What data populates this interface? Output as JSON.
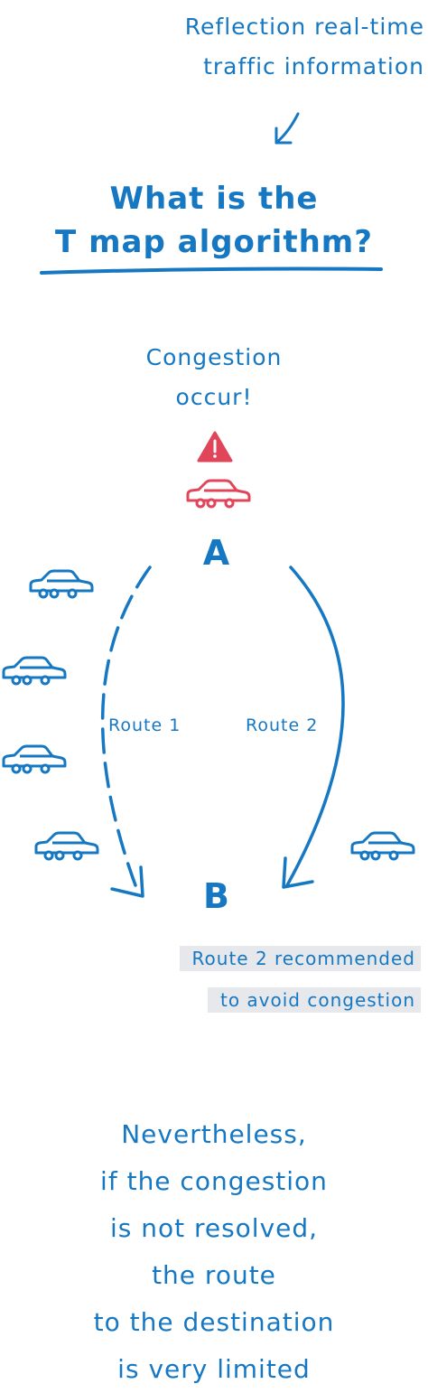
{
  "intro": {
    "line1": "Reflection real-time",
    "line2": "traffic information"
  },
  "title": {
    "line1": "What is the",
    "line2": "T map algorithm?"
  },
  "congestion": {
    "line1": "Congestion",
    "line2": "occur!"
  },
  "diagram": {
    "node_a": "A",
    "node_b": "B",
    "route1_label": "Route 1",
    "route2_label": "Route 2"
  },
  "recommendation": {
    "line1": "Route 2 recommended",
    "line2": "to avoid congestion"
  },
  "conclusion": {
    "line1": "Nevertheless,",
    "line2": "if the congestion",
    "line3": "is not resolved,",
    "line4": "the route",
    "line5": "to the destination",
    "line6": "is very limited"
  },
  "colors": {
    "ink": "#1678c2",
    "alert": "#e0455a",
    "highlight": "#e6e8eb"
  },
  "icons": {
    "warning": "warning-triangle-icon",
    "car": "car-icon",
    "arrow": "curved-arrow-icon"
  }
}
